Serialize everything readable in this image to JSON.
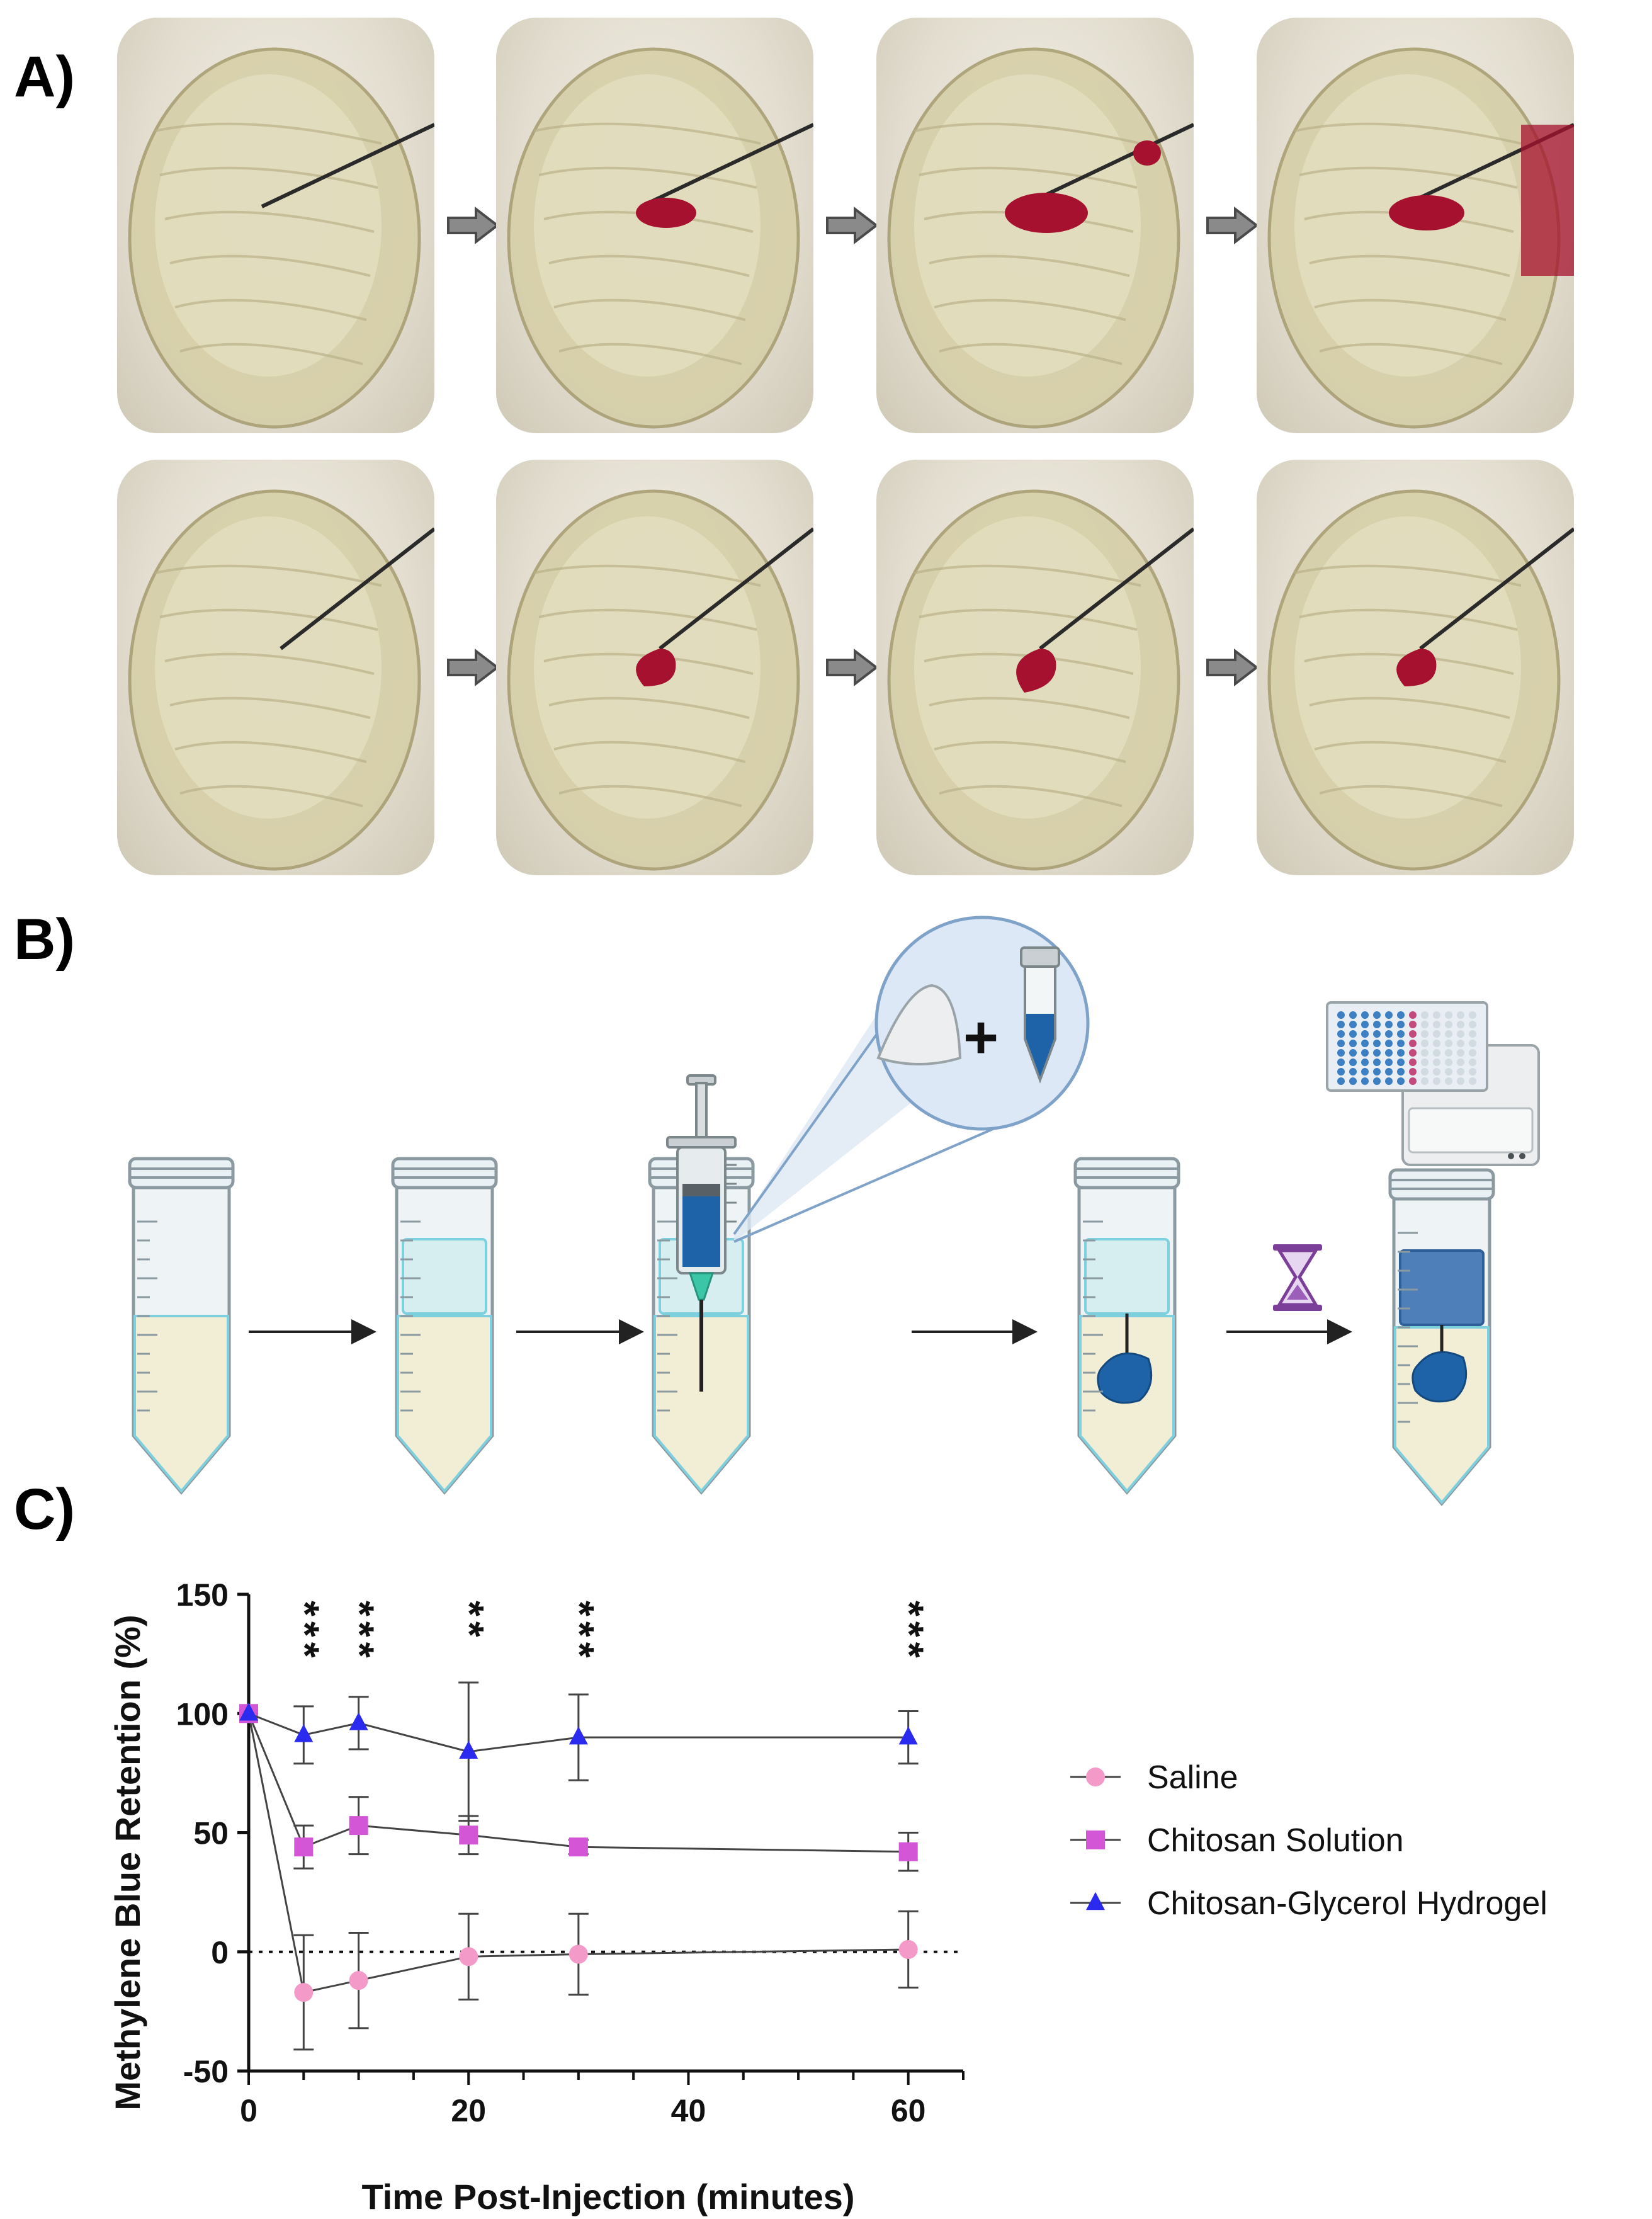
{
  "panels": {
    "a": "A)",
    "b": "B)",
    "c": "C)"
  },
  "schematic": {
    "plus": "+"
  },
  "colors": {
    "saline": "#f49ac8",
    "chitosan_solution": "#d256d6",
    "hydrogel": "#2b2bf0",
    "methylene_blue": "#1e63a8",
    "dye_red": "#a5112e"
  },
  "chart_data": {
    "type": "line",
    "xlabel": "Time Post-Injection (minutes)",
    "ylabel": "Methylene Blue Retention (%)",
    "xlim": [
      0,
      65
    ],
    "ylim": [
      -50,
      150
    ],
    "xticks": [
      0,
      20,
      40,
      60
    ],
    "yticks": [
      -50,
      0,
      50,
      100,
      150
    ],
    "reference_line": {
      "y": 0,
      "style": "dotted"
    },
    "grid": false,
    "legend_position": "right",
    "series": [
      {
        "name": "Saline",
        "marker": "circle",
        "color": "#f49ac8",
        "x": [
          0,
          5,
          10,
          20,
          30,
          60
        ],
        "y": [
          100,
          -17,
          -12,
          -2,
          -1,
          1
        ],
        "err": [
          0,
          24,
          20,
          18,
          17,
          16
        ]
      },
      {
        "name": "Chitosan Solution",
        "marker": "square",
        "color": "#d256d6",
        "x": [
          0,
          5,
          10,
          20,
          30,
          60
        ],
        "y": [
          100,
          44,
          53,
          49,
          44,
          42
        ],
        "err": [
          0,
          9,
          12,
          8,
          3,
          8
        ]
      },
      {
        "name": "Chitosan-Glycerol Hydrogel",
        "marker": "triangle",
        "color": "#2b2bf0",
        "x": [
          0,
          5,
          10,
          20,
          30,
          60
        ],
        "y": [
          100,
          91,
          96,
          84,
          90,
          90
        ],
        "err": [
          0,
          12,
          11,
          29,
          18,
          11
        ]
      }
    ],
    "significance": [
      {
        "x": 5,
        "label": "***"
      },
      {
        "x": 10,
        "label": "***"
      },
      {
        "x": 20,
        "label": "**"
      },
      {
        "x": 30,
        "label": "***"
      },
      {
        "x": 60,
        "label": "***"
      }
    ]
  }
}
